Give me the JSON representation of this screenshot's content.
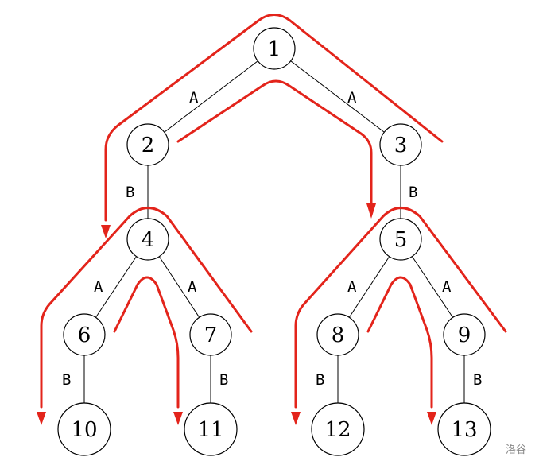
{
  "diagram": {
    "nodes": [
      {
        "id": "n1",
        "label": "1"
      },
      {
        "id": "n2",
        "label": "2"
      },
      {
        "id": "n3",
        "label": "3"
      },
      {
        "id": "n4",
        "label": "4"
      },
      {
        "id": "n5",
        "label": "5"
      },
      {
        "id": "n6",
        "label": "6"
      },
      {
        "id": "n7",
        "label": "7"
      },
      {
        "id": "n8",
        "label": "8"
      },
      {
        "id": "n9",
        "label": "9"
      },
      {
        "id": "n10",
        "label": "10"
      },
      {
        "id": "n11",
        "label": "11"
      },
      {
        "id": "n12",
        "label": "12"
      },
      {
        "id": "n13",
        "label": "13"
      }
    ],
    "edges": [
      {
        "from": "n1",
        "to": "n2",
        "label": "A"
      },
      {
        "from": "n1",
        "to": "n3",
        "label": "A"
      },
      {
        "from": "n2",
        "to": "n4",
        "label": "B"
      },
      {
        "from": "n3",
        "to": "n5",
        "label": "B"
      },
      {
        "from": "n4",
        "to": "n6",
        "label": "A"
      },
      {
        "from": "n4",
        "to": "n7",
        "label": "A"
      },
      {
        "from": "n5",
        "to": "n8",
        "label": "A"
      },
      {
        "from": "n5",
        "to": "n9",
        "label": "A"
      },
      {
        "from": "n6",
        "to": "n10",
        "label": "B"
      },
      {
        "from": "n7",
        "to": "n11",
        "label": "B"
      },
      {
        "from": "n8",
        "to": "n12",
        "label": "B"
      },
      {
        "from": "n9",
        "to": "n13",
        "label": "B"
      }
    ],
    "path_color": "#e3241b"
  },
  "watermark": "洛谷"
}
